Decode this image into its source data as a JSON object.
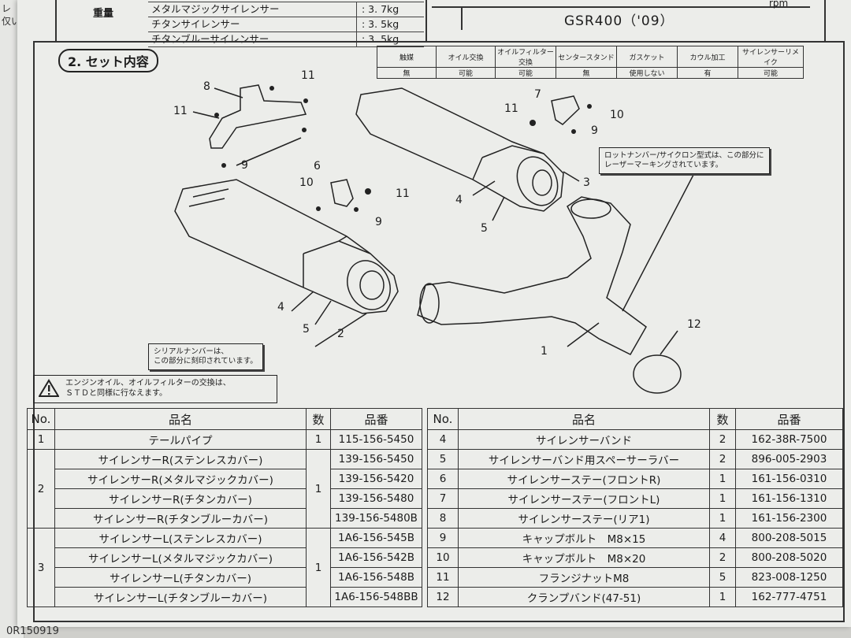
{
  "left_page": {
    "lines": [
      "レ",
      "仅い"
    ]
  },
  "weight_table": {
    "label": "重量",
    "rows": [
      {
        "name": "メタルマジックサイレンサー",
        "value": ": 3. 7kg"
      },
      {
        "name": "チタンサイレンサー",
        "value": ": 3. 5kg"
      },
      {
        "name": "チタンブルーサイレンサー",
        "value": ": 3. 5kg"
      }
    ]
  },
  "model": "GSR400（'09）",
  "rpm": "rpm",
  "section_title": "2. セット内容",
  "service_table": {
    "headers": [
      "触媒",
      "オイル交換",
      "オイルフィルター交換",
      "センタースタンド",
      "ガスケット",
      "カウル加工",
      "サイレンサーリメイク"
    ],
    "values": [
      "無",
      "可能",
      "可能",
      "無",
      "使用しない",
      "有",
      "可能"
    ]
  },
  "diagram": {
    "callout_lot": "ロットナンバー/サイクロン型式は、この部分に\nレーザーマーキングされています。",
    "callout_serial": "シリアルナンバーは、\nこの部分に刻印されています。",
    "warning_text": "エンジンオイル、オイルフィルターの交換は、\nＳＴＤと同様に行なえます。",
    "labels": [
      "8",
      "11",
      "11",
      "9",
      "6",
      "10",
      "9",
      "11",
      "7",
      "11",
      "10",
      "9",
      "3",
      "4",
      "5",
      "4",
      "5",
      "2",
      "1",
      "12"
    ]
  },
  "parts_left": {
    "headers": {
      "no": "No.",
      "name": "品名",
      "qty": "数",
      "code": "品番"
    },
    "groups": [
      {
        "no": "1",
        "qty": "1",
        "items": [
          {
            "name": "テールパイプ",
            "code": "115-156-5450"
          }
        ]
      },
      {
        "no": "2",
        "qty": "1",
        "items": [
          {
            "name": "サイレンサーR(ステンレスカバー)",
            "code": "139-156-5450"
          },
          {
            "name": "サイレンサーR(メタルマジックカバー)",
            "code": "139-156-5420"
          },
          {
            "name": "サイレンサーR(チタンカバー)",
            "code": "139-156-5480"
          },
          {
            "name": "サイレンサーR(チタンブルーカバー)",
            "code": "139-156-5480B"
          }
        ]
      },
      {
        "no": "3",
        "qty": "1",
        "items": [
          {
            "name": "サイレンサーL(ステンレスカバー)",
            "code": "1A6-156-545B"
          },
          {
            "name": "サイレンサーL(メタルマジックカバー)",
            "code": "1A6-156-542B"
          },
          {
            "name": "サイレンサーL(チタンカバー)",
            "code": "1A6-156-548B"
          },
          {
            "name": "サイレンサーL(チタンブルーカバー)",
            "code": "1A6-156-548BB"
          }
        ]
      }
    ]
  },
  "parts_right": {
    "headers": {
      "no": "No.",
      "name": "品名",
      "qty": "数",
      "code": "品番"
    },
    "rows": [
      {
        "no": "4",
        "name": "サイレンサーバンド",
        "qty": "2",
        "code": "162-38R-7500"
      },
      {
        "no": "5",
        "name": "サイレンサーバンド用スペーサーラバー",
        "qty": "2",
        "code": "896-005-2903"
      },
      {
        "no": "6",
        "name": "サイレンサーステー(フロントR)",
        "qty": "1",
        "code": "161-156-0310"
      },
      {
        "no": "7",
        "name": "サイレンサーステー(フロントL)",
        "qty": "1",
        "code": "161-156-1310"
      },
      {
        "no": "8",
        "name": "サイレンサーステー(リア1)",
        "qty": "1",
        "code": "161-156-2300"
      },
      {
        "no": "9",
        "name": "キャップボルト　M8×15",
        "qty": "4",
        "code": "800-208-5015"
      },
      {
        "no": "10",
        "name": "キャップボルト　M8×20",
        "qty": "2",
        "code": "800-208-5020"
      },
      {
        "no": "11",
        "name": "フランジナットM8",
        "qty": "5",
        "code": "823-008-1250"
      },
      {
        "no": "12",
        "name": "クランプバンド(47-51)",
        "qty": "1",
        "code": "162-777-4751"
      }
    ]
  },
  "footer_code": "0R150919"
}
